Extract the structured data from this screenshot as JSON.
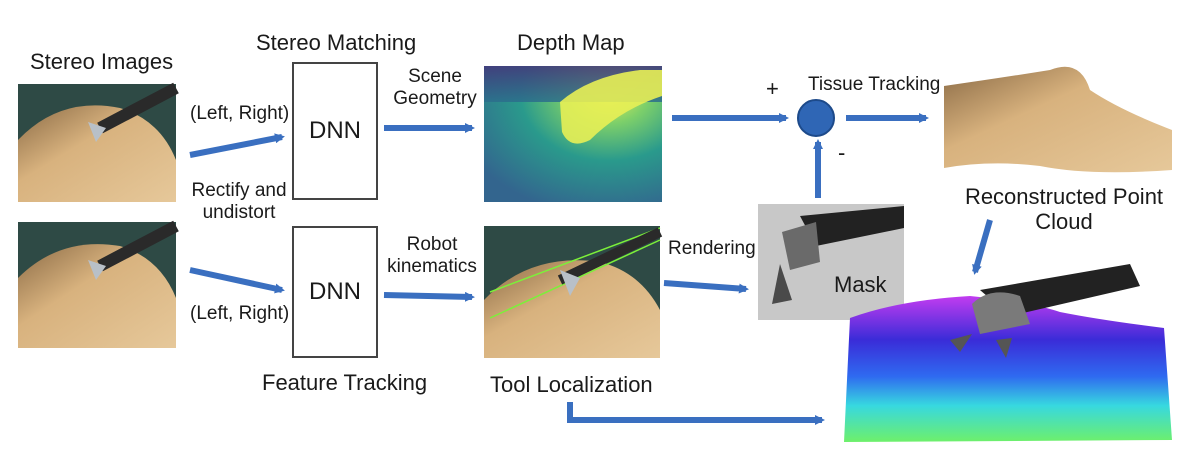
{
  "labels": {
    "stereo_images": "Stereo Images",
    "stereo_matching": "Stereo Matching",
    "depth_map": "Depth Map",
    "tissue_tracking": "Tissue Tracking",
    "left_right_top": "(Left, Right)",
    "left_right_bottom": "(Left, Right)",
    "scene_geometry": "Scene\nGeometry",
    "rectify": "Rectify and\nundistort",
    "robot_kinematics": "Robot\nkinematics",
    "rendering": "Rendering",
    "mask": "Mask",
    "reconstructed": "Reconstructed Point\nCloud",
    "feature_tracking": "Feature Tracking",
    "tool_localization": "Tool Localization",
    "plus": "+",
    "minus": "-"
  },
  "boxes": {
    "dnn_top": "DNN",
    "dnn_bottom": "DNN"
  },
  "colors": {
    "arrow": "#3a6fc0",
    "node": "#2f66b5",
    "tissue": "#d9b07c",
    "depth_dark": "#2f1f60",
    "depth_bright": "#e8ef55"
  }
}
